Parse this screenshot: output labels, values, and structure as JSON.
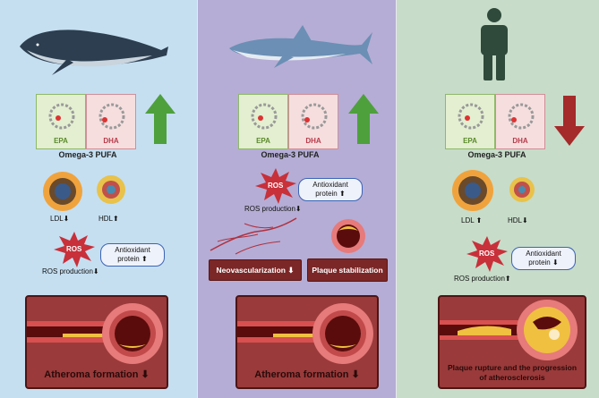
{
  "panels": [
    {
      "id": "whale",
      "molecules": {
        "epa": "EPA",
        "dha": "DHA"
      },
      "omega_label": "Omega-3 PUFA",
      "arrow": "up",
      "ldl_label": "LDL⬇",
      "hdl_label": "HDL⬆",
      "ros_label": "ROS",
      "antioxidant_label": "Antioxidant protein ⬆",
      "ros_production_label": "ROS production⬇",
      "outcome_label": "Atheroma formation ⬇"
    },
    {
      "id": "shark",
      "molecules": {
        "epa": "EPA",
        "dha": "DHA"
      },
      "omega_label": "Omega-3 PUFA",
      "arrow": "up",
      "ros_label": "ROS",
      "antioxidant_label": "Antioxidant protein ⬆",
      "ros_production_label": "ROS production⬇",
      "neovascularization_label": "Neovascularization ⬇",
      "plaque_label": "Plaque stabilization",
      "outcome_label": "Atheroma formation ⬇"
    },
    {
      "id": "human",
      "molecules": {
        "epa": "EPA",
        "dha": "DHA"
      },
      "omega_label": "Omega-3 PUFA",
      "arrow": "down",
      "ldl_label": "LDL ⬆",
      "hdl_label": "HDL⬇",
      "ros_label": "ROS",
      "antioxidant_label": "Antioxidant protein ⬇",
      "ros_production_label": "ROS production⬆",
      "outcome_label": "Plaque rupture and the progression of atherosclerosis"
    }
  ],
  "colors": {
    "whale_bg": "#c5dff1",
    "shark_bg": "#b5add5",
    "human_bg": "#c7dcc9",
    "arrow_up": "#4ea03c",
    "arrow_down": "#a52a2a",
    "ros_star": "#c8303a",
    "artery": "#9a3a3a"
  }
}
